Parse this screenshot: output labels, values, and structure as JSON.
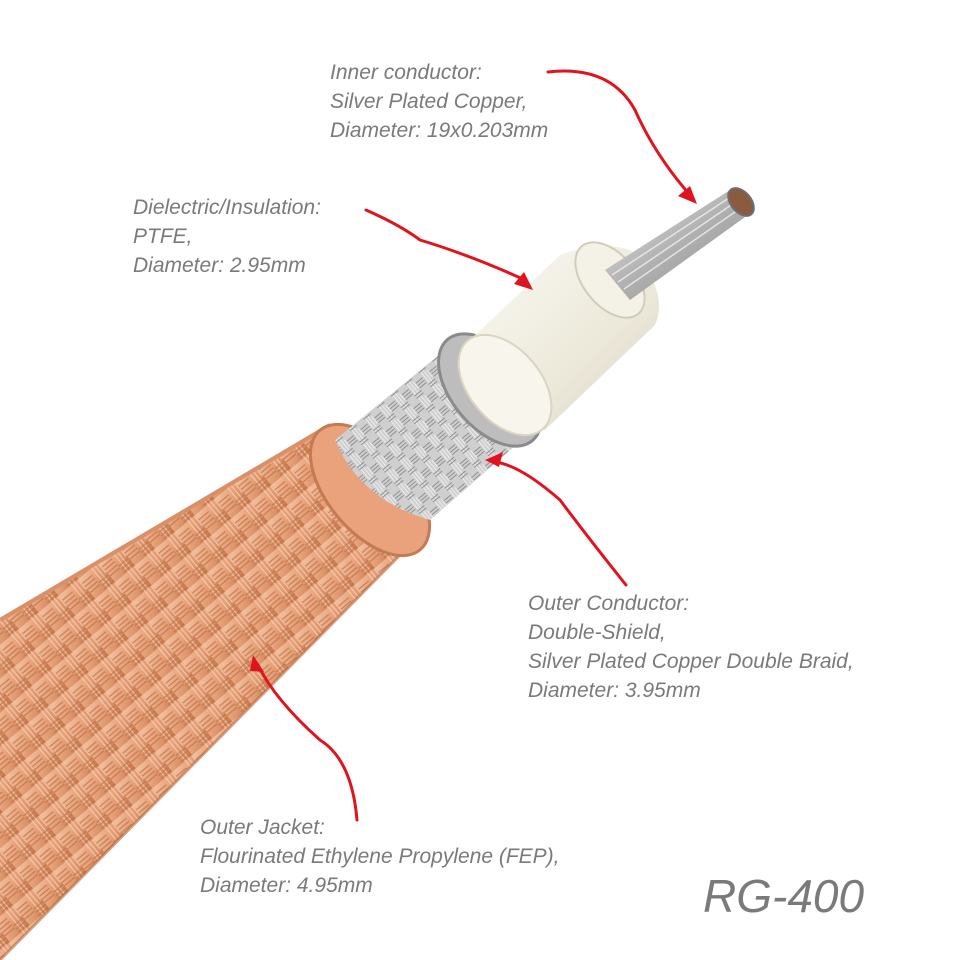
{
  "labels": {
    "inner_conductor": {
      "title": "Inner conductor:",
      "line1": "Silver Plated Copper,",
      "line2": "Diameter: 19x0.203mm"
    },
    "dielectric": {
      "title": "Dielectric/Insulation:",
      "line1": "PTFE,",
      "line2": "Diameter: 2.95mm"
    },
    "outer_conductor": {
      "title": "Outer Conductor:",
      "line1": "Double-Shield,",
      "line2": "Silver Plated Copper Double Braid,",
      "line3": "Diameter: 3.95mm"
    },
    "outer_jacket": {
      "title": "Outer Jacket:",
      "line1": "Flourinated Ethylene Propylene (FEP),",
      "line2": "Diameter: 4.95mm"
    }
  },
  "model": "RG-400",
  "colors": {
    "arrow": "#e0141e",
    "label_text": "#7a7a7a",
    "jacket": "#e8a47c",
    "jacket_dark": "#c9744a",
    "braid": "#c9c9c9",
    "dielectric": "#f1efe4",
    "conductor": "#b9b9b9"
  }
}
